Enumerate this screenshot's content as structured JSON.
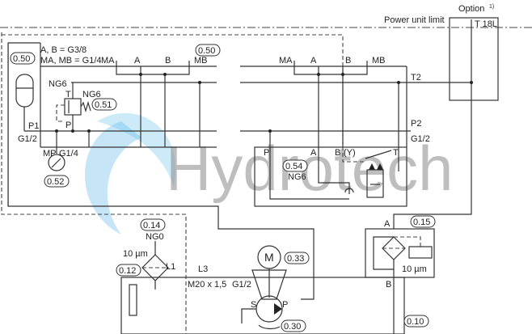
{
  "header": {
    "option": "Option",
    "option_note": "1)",
    "power_unit_limit": "Power unit limit",
    "tank": "T 18L"
  },
  "block_050": {
    "ref": "0.50",
    "ref2": "0.50",
    "spec1": "A, B = G3/8",
    "spec2": "MA, MB = G1/4",
    "ports": {
      "ma": "MA",
      "a": "A",
      "b": "B",
      "mb": "MB",
      "p1": "P1",
      "p1_thread": "G1/2",
      "t2": "T2",
      "p2": "P2",
      "p2_thread": "G1/2"
    },
    "ports_right": {
      "ma": "MA",
      "a": "A",
      "b": "B",
      "mb": "MB"
    }
  },
  "valve_051": {
    "ref": "0.51",
    "size": "NG6",
    "size2": "NG6",
    "t": "T",
    "p": "P"
  },
  "gauge_052": {
    "ref": "0.52",
    "mp": "MP",
    "thread": "G1/4"
  },
  "valve_054": {
    "ref": "0.54",
    "size": "NG6",
    "p": "P",
    "a": "A",
    "b": "B",
    "y": "(Y)",
    "t": "T"
  },
  "breather_012": {
    "ref": "0.12",
    "ref_014": "0.14",
    "ng": "NG0",
    "filter": "10 µm",
    "l1": "L1"
  },
  "tank_ports": {
    "l3": "L3",
    "m20": "M20 x 1,5",
    "g12": "G1/2"
  },
  "motor_033": {
    "ref": "0.33",
    "symbol": "M"
  },
  "pump_030": {
    "ref": "0.30",
    "s": "S",
    "p": "P"
  },
  "filter_015": {
    "ref": "0.15",
    "a": "A",
    "b": "B",
    "filter": "10 µm"
  },
  "tank_010": {
    "ref": "0.10"
  },
  "watermark": {
    "text": "Hydrotech",
    "colors": {
      "swirl": "#5bb8e8",
      "text": "#8a8a8a"
    }
  }
}
